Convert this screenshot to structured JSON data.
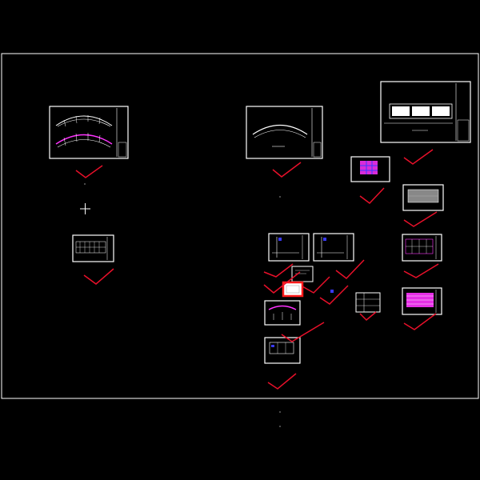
{
  "canvas": {
    "background": "#000000",
    "line_color": "#ffffff",
    "check_color": "#e8102a",
    "highlight_color": "#ff1a1a",
    "accent_color": "#ff33ff",
    "blue_color": "#3a3aff"
  },
  "sheets": [
    {
      "name": "arch-plan-sheet-top-left"
    },
    {
      "name": "arch-plan-sheet-top-center"
    },
    {
      "name": "site-plan-sheet-top-right"
    },
    {
      "name": "elevation-sheet-left"
    },
    {
      "name": "detail-sheet-center-1"
    },
    {
      "name": "detail-sheet-center-2"
    },
    {
      "name": "small-note-sheet"
    },
    {
      "name": "selected-small-sheet"
    },
    {
      "name": "arc-plan-sheet-center"
    },
    {
      "name": "section-sheet-center-bottom"
    },
    {
      "name": "table-sheet-small"
    },
    {
      "name": "color-grid-sheet-right-1"
    },
    {
      "name": "gray-plan-sheet-right"
    },
    {
      "name": "frame-plan-sheet-right"
    },
    {
      "name": "color-grid-sheet-right-2"
    }
  ],
  "check_marks_count_label": "",
  "cursor": {
    "name": "crosshair-cursor"
  }
}
